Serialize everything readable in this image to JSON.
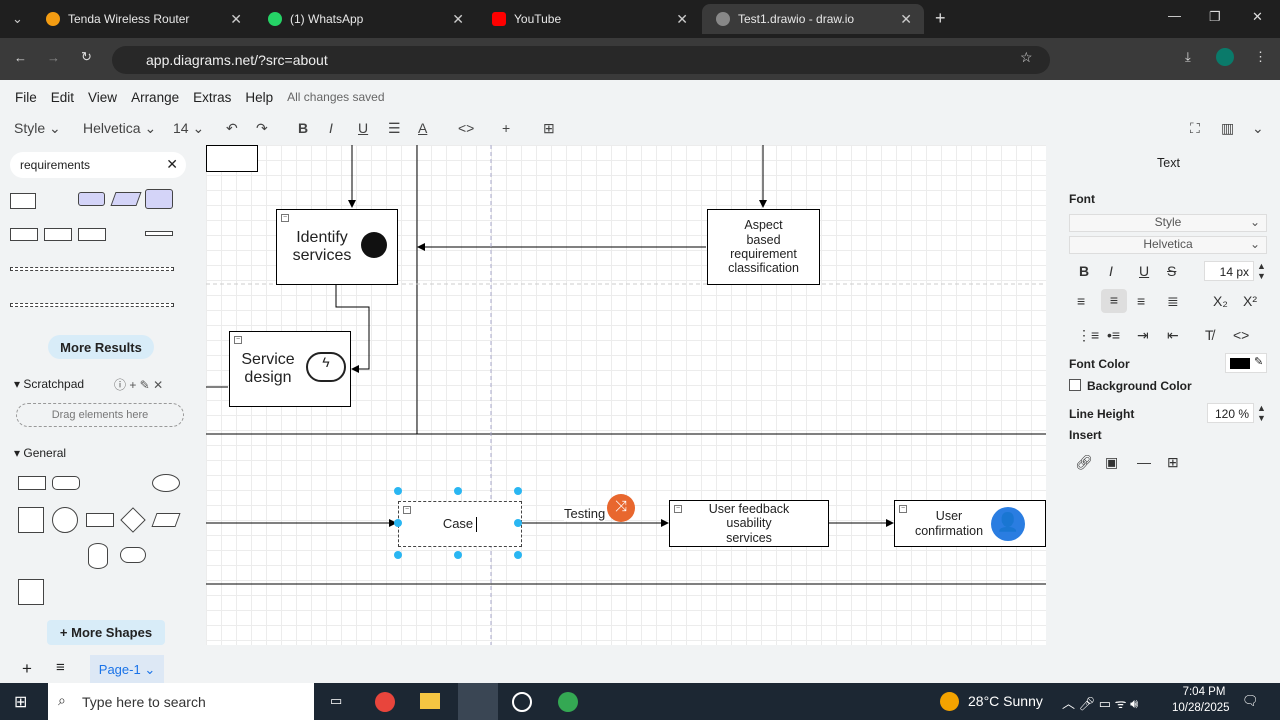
{
  "browser": {
    "tabs": [
      {
        "title": "Tenda Wireless Router",
        "color": "#f39c12"
      },
      {
        "title": "(1) WhatsApp",
        "color": "#25d366"
      },
      {
        "title": "YouTube",
        "color": "#ff0000"
      },
      {
        "title": "Test1.drawio - draw.io",
        "color": "#888888"
      }
    ],
    "url": "app.diagrams.net/?src=about"
  },
  "menu": {
    "items": [
      "File",
      "Edit",
      "View",
      "Arrange",
      "Extras",
      "Help"
    ],
    "status": "All changes saved"
  },
  "toolbar": {
    "style": "Style",
    "font": "Helvetica",
    "size": "14"
  },
  "left": {
    "search_value": "requirements",
    "more_results": "More Results",
    "scratchpad": "Scratchpad",
    "drag_here": "Drag elements here",
    "general": "General",
    "more_shapes": "More Shapes"
  },
  "diagram": {
    "identify": "Identify services",
    "aspect": "Aspect based requirement classification",
    "service": "Service design",
    "case": "Case",
    "testing": "Testing",
    "feedback": "User feedback usability services",
    "confirm": "User confirmation"
  },
  "right": {
    "title": "Text",
    "font": "Font",
    "style": "Style",
    "font_family": "Helvetica",
    "size": "14 px",
    "font_color": "Font Color",
    "font_color_value": "#000000",
    "bg_color": "Background Color",
    "line_height": "Line Height",
    "line_height_value": "120 %",
    "insert": "Insert"
  },
  "bottom": {
    "page": "Page-1"
  },
  "taskbar": {
    "search": "Type here to search",
    "weather": "28°C  Sunny",
    "time": "7:04 PM",
    "date": "10/28/2025"
  }
}
